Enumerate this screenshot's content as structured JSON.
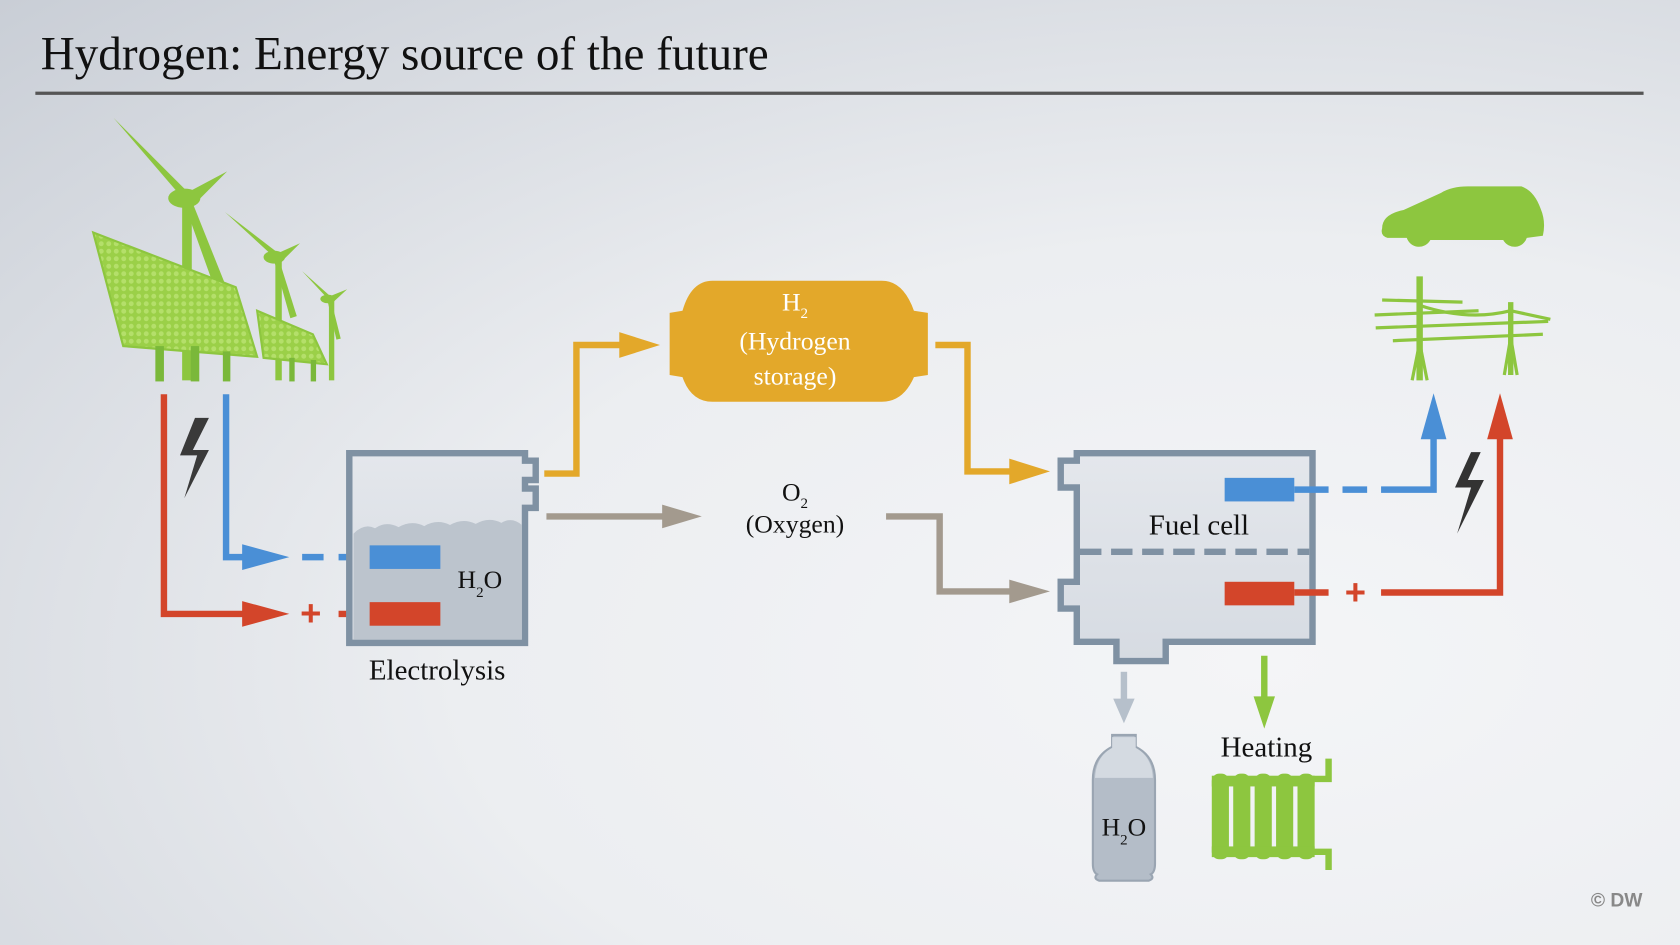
{
  "title": "Hydrogen: Energy source of the future",
  "credit": "© DW",
  "colors": {
    "green": "#8dc63f",
    "blue": "#4a8fd6",
    "red": "#d3452a",
    "yellow": "#e3a82a",
    "oxygen": "#a39a8e",
    "vessel_border": "#7f91a3",
    "vessel_fill": "#dde1e7",
    "water_fill": "#bcc4cd",
    "bolt": "#333333"
  },
  "nodes": {
    "sources": {
      "label": "Renewable sources (wind turbines and solar panels)"
    },
    "electrolysis": {
      "label": "Electrolysis",
      "contents": {
        "base": "H",
        "sub": "2",
        "tail": "O"
      }
    },
    "storage": {
      "formula": {
        "base": "H",
        "sub": "2"
      },
      "line1": "(Hydrogen",
      "line2": "storage)"
    },
    "oxygen": {
      "formula": {
        "base": "O",
        "sub": "2"
      },
      "line1": "(Oxygen)"
    },
    "fuel_cell": {
      "label": "Fuel cell"
    },
    "water_output": {
      "formula": {
        "base": "H",
        "sub": "2",
        "tail": "O"
      }
    },
    "heating": {
      "label": "Heating"
    },
    "consumers": {
      "label": "Electric car and power grid"
    }
  },
  "symbols": {
    "plus": "+",
    "minus": "–"
  }
}
